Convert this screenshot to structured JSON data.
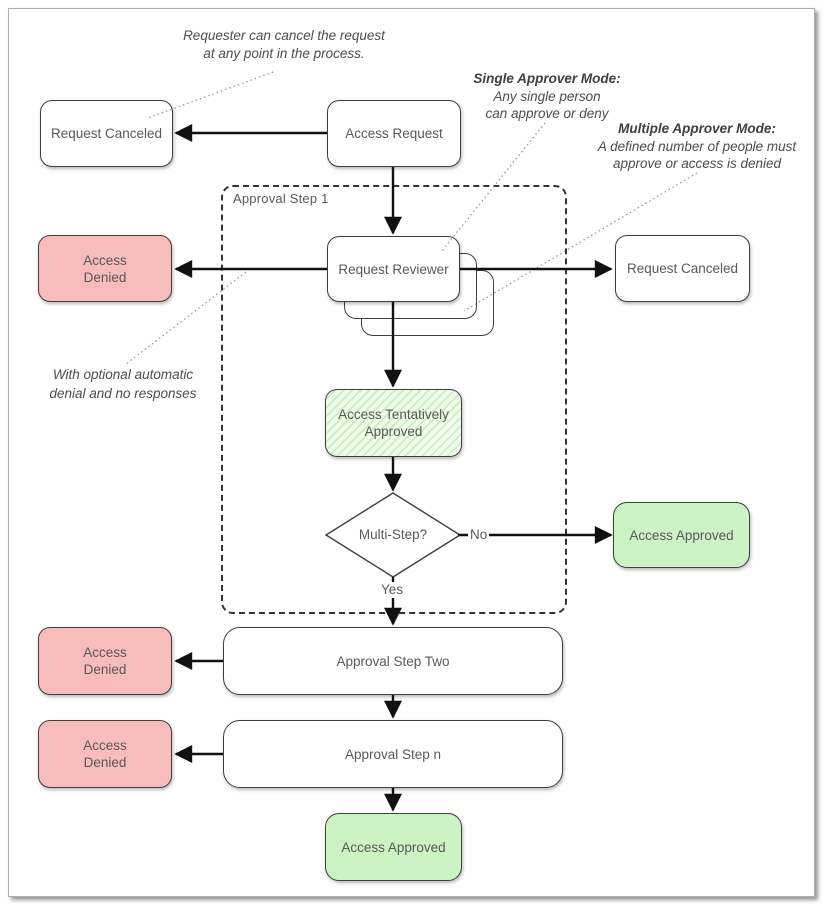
{
  "container": {
    "label": "Approval Step 1"
  },
  "annotations": {
    "cancel_note_line1": "Requester can cancel the request",
    "cancel_note_line2": "at any point in the process.",
    "single_mode_title": "Single Approver Mode:",
    "single_mode_line1": "Any single person",
    "single_mode_line2": "can approve or deny",
    "multiple_mode_title": "Multiple Approver Mode:",
    "multiple_mode_line1": "A defined number of people must",
    "multiple_mode_line2": "approve or access is denied",
    "optional_denial_line1": "With optional automatic",
    "optional_denial_line2": "denial and no responses"
  },
  "nodes": {
    "request_canceled_top": {
      "label": "Request Canceled"
    },
    "access_request": {
      "label": "Access Request"
    },
    "access_denied_1": {
      "line1": "Access",
      "line2": "Denied"
    },
    "request_reviewer": {
      "label": "Request Reviewer"
    },
    "request_canceled_right": {
      "label": "Request Canceled"
    },
    "access_tentatively_approved": {
      "line1": "Access Tentatively",
      "line2": "Approved"
    },
    "multi_step_decision": {
      "label": "Multi-Step?"
    },
    "access_approved_right": {
      "label": "Access Approved"
    },
    "approval_step_two": {
      "label": "Approval Step Two"
    },
    "access_denied_2": {
      "line1": "Access",
      "line2": "Denied"
    },
    "approval_step_n": {
      "label": "Approval Step n"
    },
    "access_denied_3": {
      "line1": "Access",
      "line2": "Denied"
    },
    "access_approved_bottom": {
      "label": "Access Approved"
    }
  },
  "edge_labels": {
    "no": "No",
    "yes": "Yes"
  },
  "colors": {
    "denied_fill": "#f7bcbb",
    "approved_fill": "#ccf3c3",
    "tentative_background": "#f1fbec",
    "tentative_hatch": "#c9eebd",
    "connector": "#111111",
    "node_border": "#3f3f3f",
    "node_text": "#595959",
    "annotation_text": "#4d4d4d"
  }
}
